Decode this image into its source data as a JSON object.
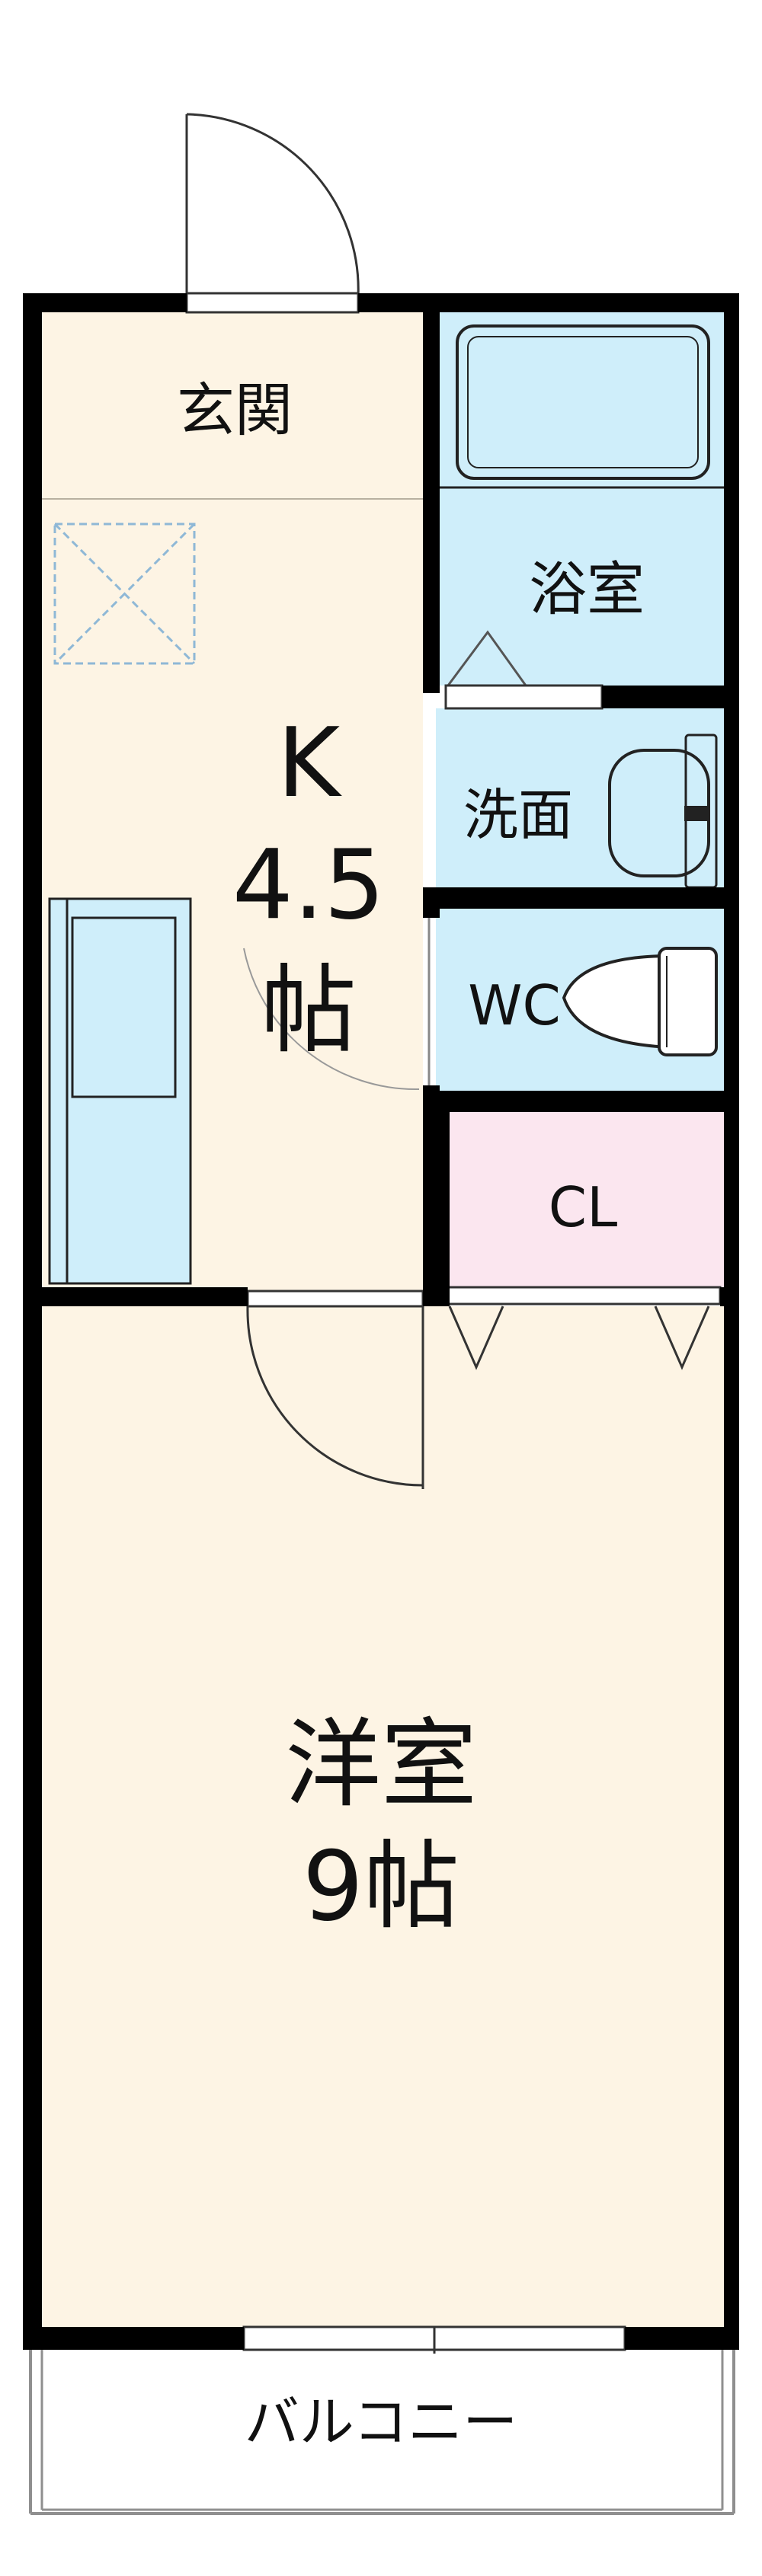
{
  "colors": {
    "wall": "#000000",
    "floor_room": "#fdf4e4",
    "floor_wet": "#cfeefa",
    "floor_closet": "#fbe6ef",
    "fixture_line": "#8f8f8f",
    "background": "#ffffff"
  },
  "rooms": {
    "entrance": {
      "label": "玄関"
    },
    "bath": {
      "label": "浴室"
    },
    "washroom": {
      "label": "洗面"
    },
    "toilet": {
      "label": "WC"
    },
    "closet": {
      "label": "CL"
    },
    "kitchen": {
      "name": "K",
      "size": "4.5",
      "unit": "帖"
    },
    "western_room": {
      "name": "洋室",
      "size": "9帖"
    },
    "balcony": {
      "label": "バルコニー"
    }
  },
  "fixtures": [
    "entrance-door-icon",
    "bathtub-icon",
    "washbasin-icon",
    "toilet-icon",
    "sink-counter-icon",
    "storage-box-icon"
  ]
}
